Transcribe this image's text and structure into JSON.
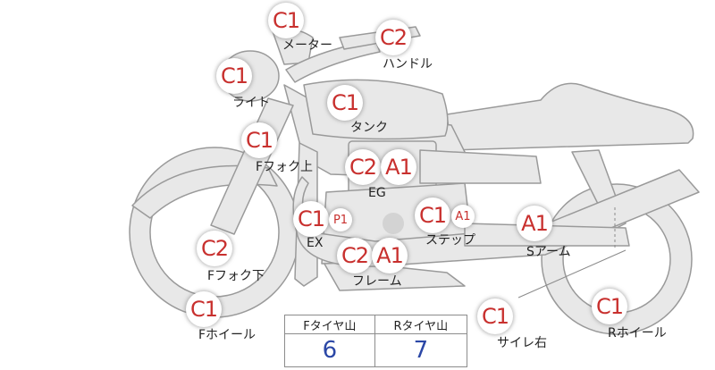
{
  "colors": {
    "badge_text": "#c8302e",
    "bike_fill": "#e8e8e8",
    "bike_stroke": "#9a9a9a",
    "tire_value": "#2b47a6"
  },
  "parts": [
    {
      "id": "meter",
      "label": "メーター",
      "badges": [
        "C1"
      ]
    },
    {
      "id": "handle",
      "label": "ハンドル",
      "badges": [
        "C2"
      ]
    },
    {
      "id": "light",
      "label": "ライト",
      "badges": [
        "C1"
      ]
    },
    {
      "id": "tank",
      "label": "タンク",
      "badges": [
        "C1"
      ]
    },
    {
      "id": "ffork-upper",
      "label": "Fフォク上",
      "badges": [
        "C1"
      ]
    },
    {
      "id": "eg",
      "label": "EG",
      "badges": [
        "C2",
        "A1"
      ]
    },
    {
      "id": "ex",
      "label": "EX",
      "badges": [
        "C1",
        "P1"
      ]
    },
    {
      "id": "step",
      "label": "ステップ",
      "badges": [
        "C1",
        "A1"
      ]
    },
    {
      "id": "s-arm",
      "label": "Sアーム",
      "badges": [
        "A1"
      ]
    },
    {
      "id": "ffork-lower",
      "label": "Fフォク下",
      "badges": [
        "C2"
      ]
    },
    {
      "id": "frame",
      "label": "フレーム",
      "badges": [
        "C2",
        "A1"
      ]
    },
    {
      "id": "f-wheel",
      "label": "Fホイール",
      "badges": [
        "C1"
      ]
    },
    {
      "id": "silencer-r",
      "label": "サイレ右",
      "badges": [
        "C1"
      ]
    },
    {
      "id": "r-wheel",
      "label": "Rホイール",
      "badges": [
        "C1"
      ]
    }
  ],
  "tire_table": {
    "headers": [
      "Fタイヤ山",
      "Rタイヤ山"
    ],
    "values": [
      "6",
      "7"
    ]
  }
}
